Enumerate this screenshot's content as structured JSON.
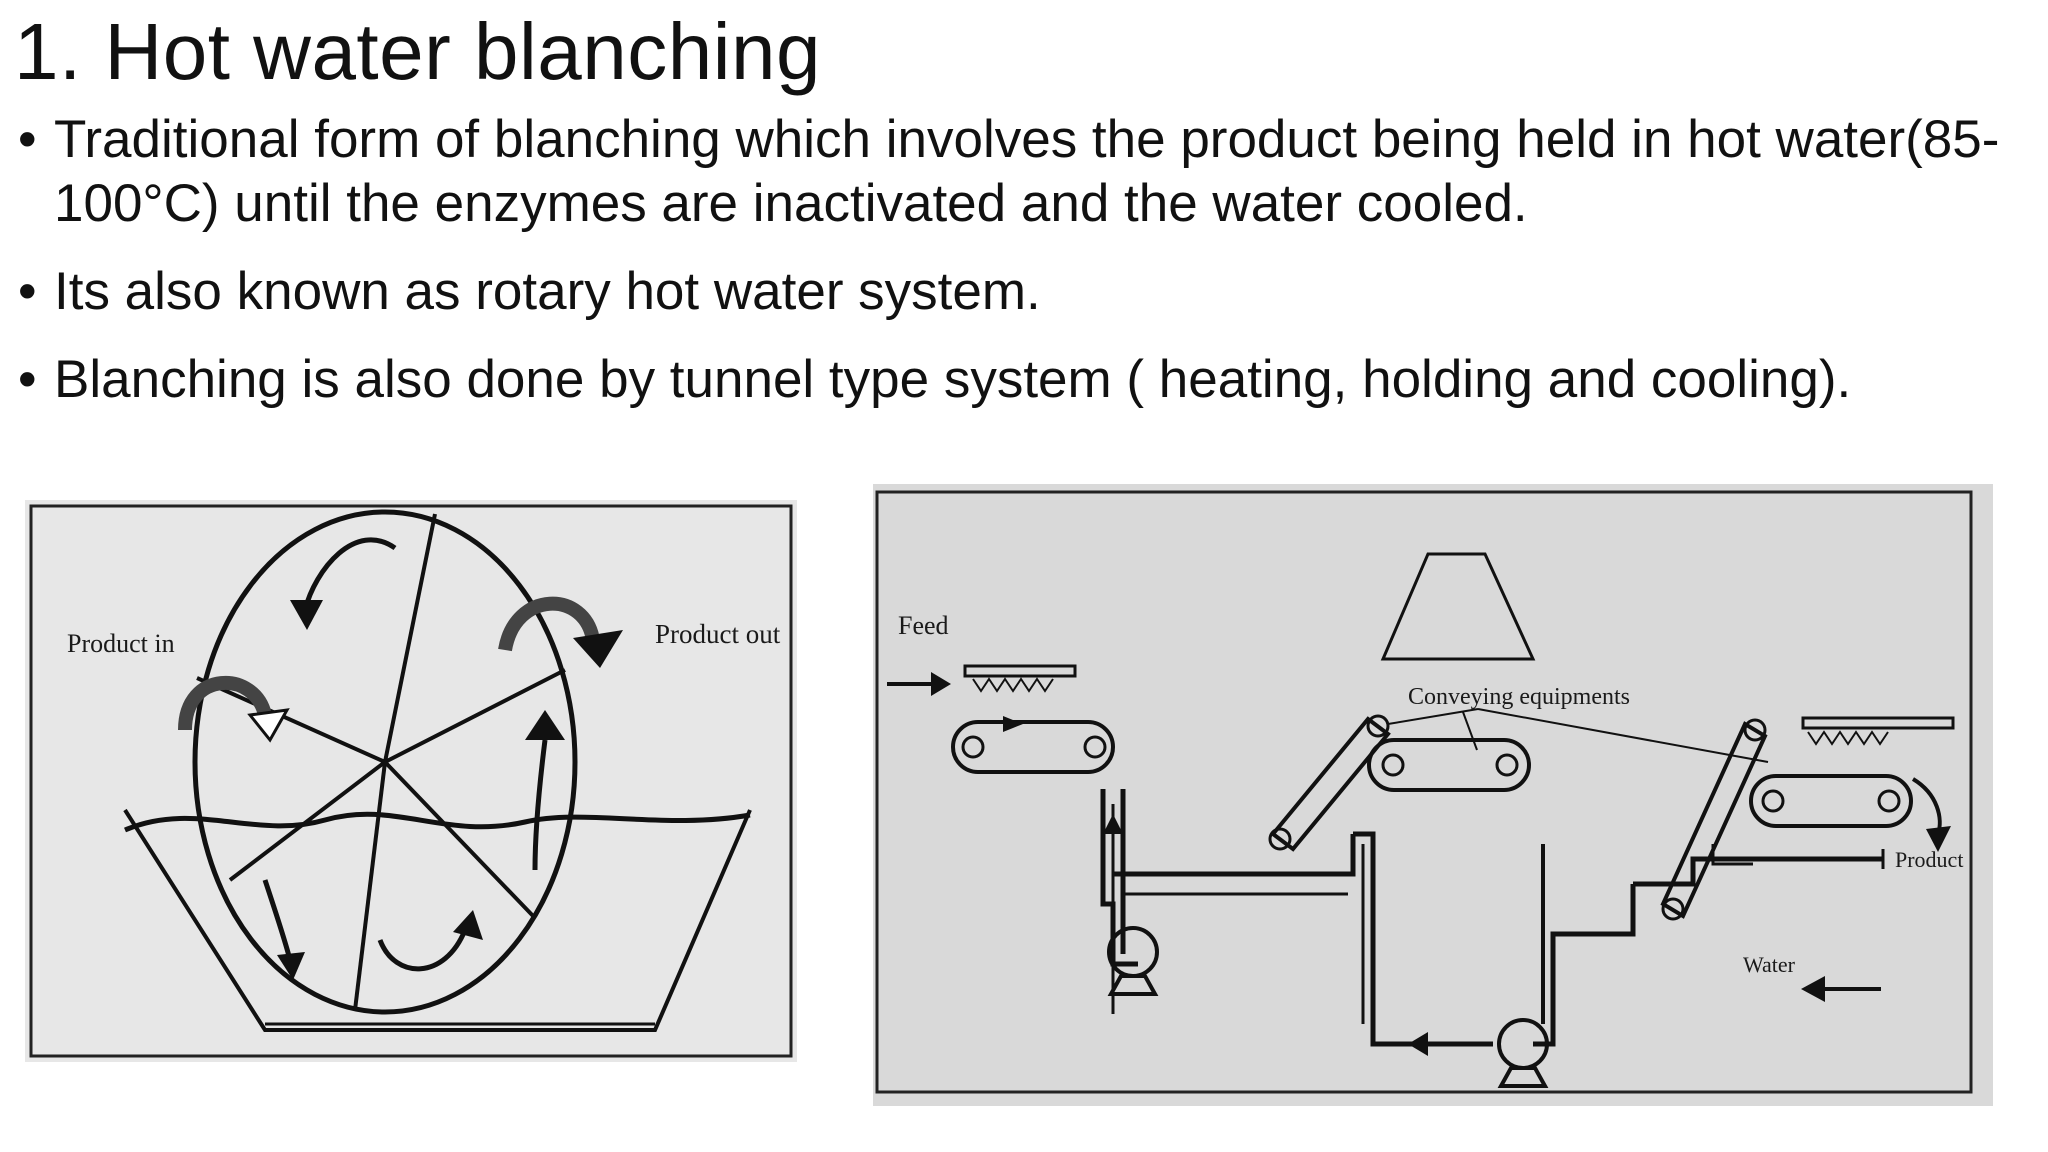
{
  "slide": {
    "title": "1. Hot water blanching",
    "bullets": [
      "Traditional form of blanching which involves the product being held in hot water(85-100°C) until the enzymes are inactivated and the water cooled.",
      "Its also known as rotary hot water system.",
      "Blanching is also done by tunnel type system ( heating, holding and cooling)."
    ]
  },
  "figure_left": {
    "product_in_label": "Product in",
    "product_out_label": "Product out"
  },
  "figure_right": {
    "feed_label": "Feed",
    "conveying_label": "Conveying equipments",
    "product_label": "Product",
    "water_label": "Water"
  }
}
